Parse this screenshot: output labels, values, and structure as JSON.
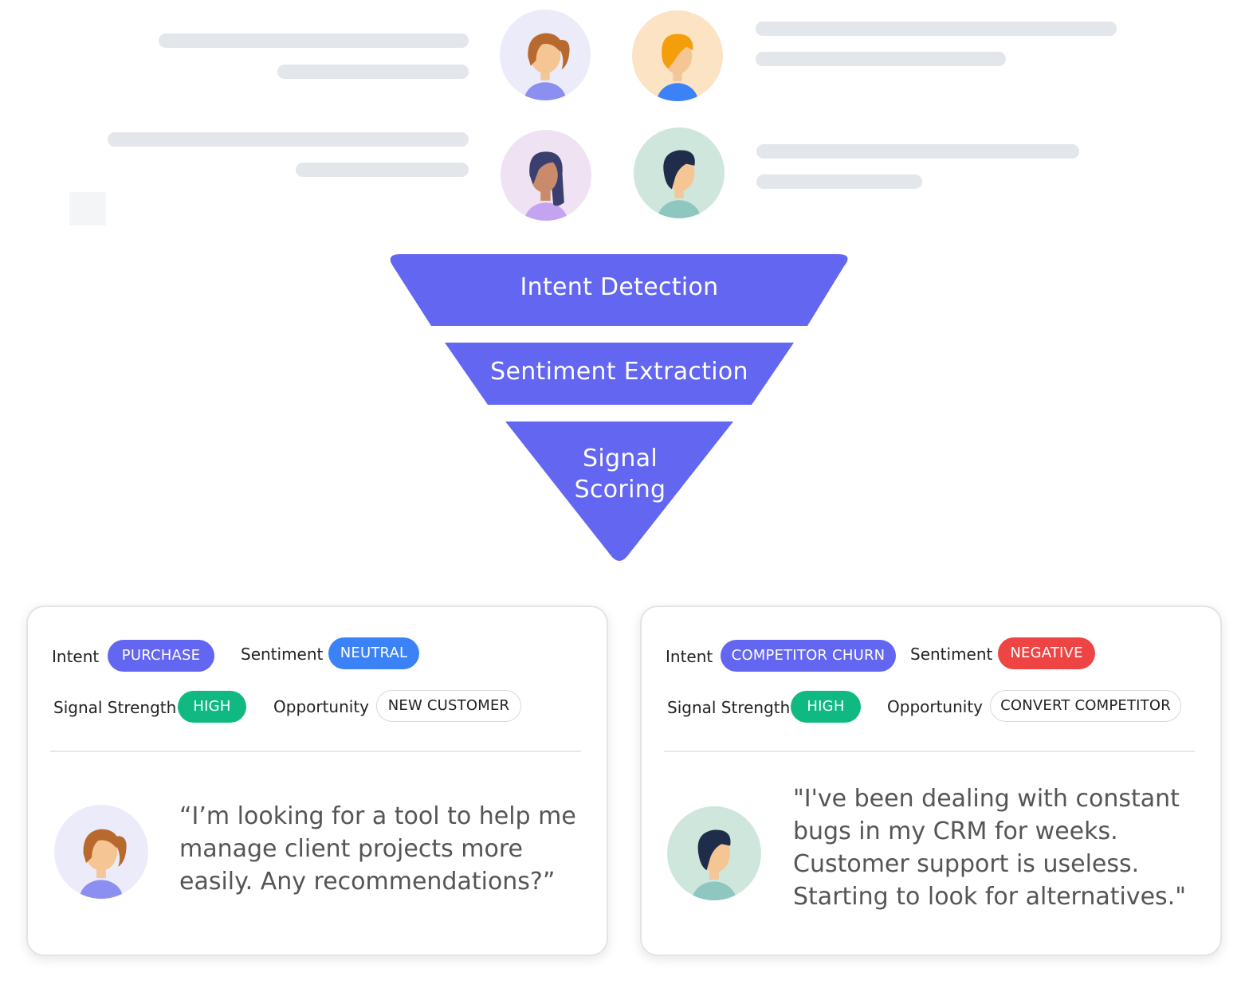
{
  "funnel": {
    "color": "#6366f1",
    "stages": [
      {
        "label": "Intent Detection"
      },
      {
        "label": "Sentiment Extraction"
      },
      {
        "label_lines": [
          "Signal",
          "Scoring"
        ]
      }
    ]
  },
  "top_avatars": [
    {
      "icon": "woman-ponytail-avatar-icon",
      "bg": "#ecebfa"
    },
    {
      "icon": "man-orange-hair-avatar-icon",
      "bg": "#fbe3c3"
    },
    {
      "icon": "woman-long-hair-avatar-icon",
      "bg": "#efe3f3"
    },
    {
      "icon": "man-dark-hair-avatar-icon",
      "bg": "#cfe6dc"
    }
  ],
  "cards": [
    {
      "intent_label": "Intent",
      "intent_value": "PURCHASE",
      "sentiment_label": "Sentiment",
      "sentiment_value": "NEUTRAL",
      "strength_label": "Signal Strength",
      "strength_value": "HIGH",
      "opportunity_label": "Opportunity",
      "opportunity_value": "NEW CUSTOMER",
      "quote_lines": [
        "“I’m looking for a tool to help me",
        "manage client projects more",
        "easily. Any recommendations?”"
      ],
      "avatar_icon": "woman-ponytail-avatar-icon"
    },
    {
      "intent_label": "Intent",
      "intent_value": "COMPETITOR CHURN",
      "sentiment_label": "Sentiment",
      "sentiment_value": "NEGATIVE",
      "strength_label": "Signal Strength",
      "strength_value": "HIGH",
      "opportunity_label": "Opportunity",
      "opportunity_value": "CONVERT COMPETITOR",
      "quote_lines": [
        "\"I've been dealing with constant",
        "bugs in my CRM for weeks.",
        "Customer support is useless.",
        "Starting to look for alternatives.\""
      ],
      "avatar_icon": "man-dark-hair-avatar-icon"
    }
  ],
  "colors": {
    "intent_pill": "#6366f1",
    "neutral_pill": "#3b82f6",
    "negative_pill": "#ef4444",
    "high_pill": "#10b981",
    "placeholder_bar": "#e3e6ea"
  }
}
